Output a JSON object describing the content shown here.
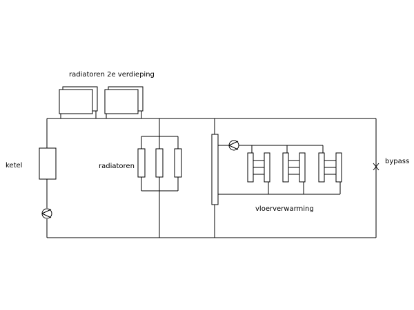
{
  "labels": {
    "upper_radiators": "radiatoren 2e verdieping",
    "boiler": "ketel",
    "radiators": "radiatoren",
    "bypass": "bypass",
    "floor_heating": "vloerverwarming"
  },
  "colors": {
    "line": "#000000",
    "background": "#ffffff"
  }
}
